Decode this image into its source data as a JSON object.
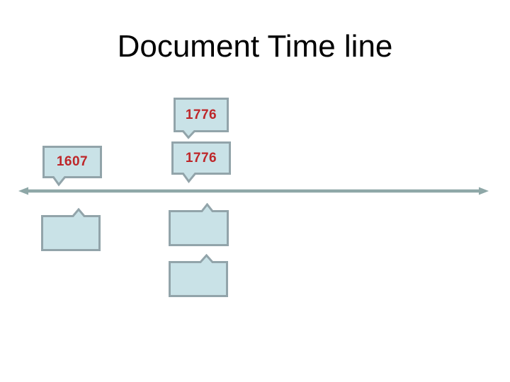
{
  "slide": {
    "title": "Document Time line"
  },
  "colors": {
    "background": "#ffffff",
    "title_text": "#000000",
    "callout_fill": "#c9e2e7",
    "callout_border": "#92a4aa",
    "year_text": "#be2629",
    "timeline": "#8ea7a7"
  },
  "timeline": {
    "type": "double-headed-arrow"
  },
  "callouts": [
    {
      "label": "1776",
      "tail": "down"
    },
    {
      "label": "1607",
      "tail": "down"
    },
    {
      "label": "1776",
      "tail": "down"
    },
    {
      "label": "",
      "tail": "up"
    },
    {
      "label": "",
      "tail": "up"
    },
    {
      "label": "",
      "tail": "up"
    }
  ]
}
